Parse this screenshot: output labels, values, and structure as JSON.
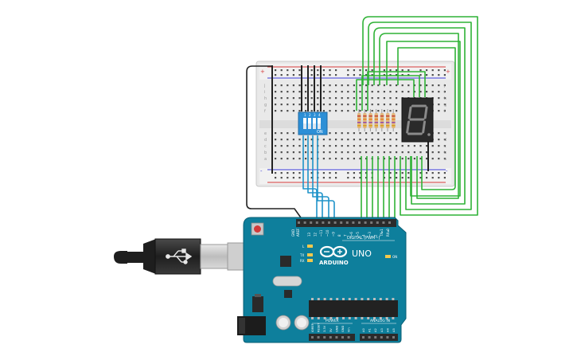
{
  "breadboard": {
    "row_labels_top": [
      "j",
      "i",
      "h",
      "g",
      "f"
    ],
    "row_labels_bottom": [
      "e",
      "d",
      "c",
      "b",
      "a"
    ],
    "rail_plus": "+",
    "rail_minus": "-"
  },
  "dip_switch": {
    "numbers": [
      "1",
      "2",
      "3",
      "4"
    ],
    "on_label": "ON"
  },
  "seven_segment": {
    "digit": "8",
    "dp": "."
  },
  "arduino": {
    "brand": "ARDUINO",
    "model": "UNO",
    "digital_label": "DIGITAL (PWM~)",
    "analog_label": "ANALOG IN",
    "power_label": "POWER",
    "on_label": "ON",
    "l_label": "L",
    "tx_label": "TX",
    "rx_label": "RX",
    "aref_label": "AREF",
    "gnd_label": "GND",
    "digital_pins": [
      "13",
      "12",
      "~11",
      "~10",
      "~9",
      "8",
      "7",
      "~6",
      "~5",
      "4",
      "~3",
      "2",
      "TX▸1",
      "RX◂0"
    ],
    "power_pins": [
      "IOREF",
      "RESET",
      "3.3V",
      "5V",
      "GND",
      "GND",
      "Vin"
    ],
    "analog_pins": [
      "A0",
      "A1",
      "A2",
      "A3",
      "A4",
      "A5"
    ]
  },
  "colors": {
    "wire_blue": "#1f93c9",
    "wire_green": "#2fb236",
    "wire_black": "#222222",
    "board_teal": "#0e7f9c",
    "dip_blue": "#2d8fd6"
  },
  "icons": [
    "usb-cable-icon",
    "arduino-infinity-logo-icon",
    "reset-button-icon"
  ]
}
